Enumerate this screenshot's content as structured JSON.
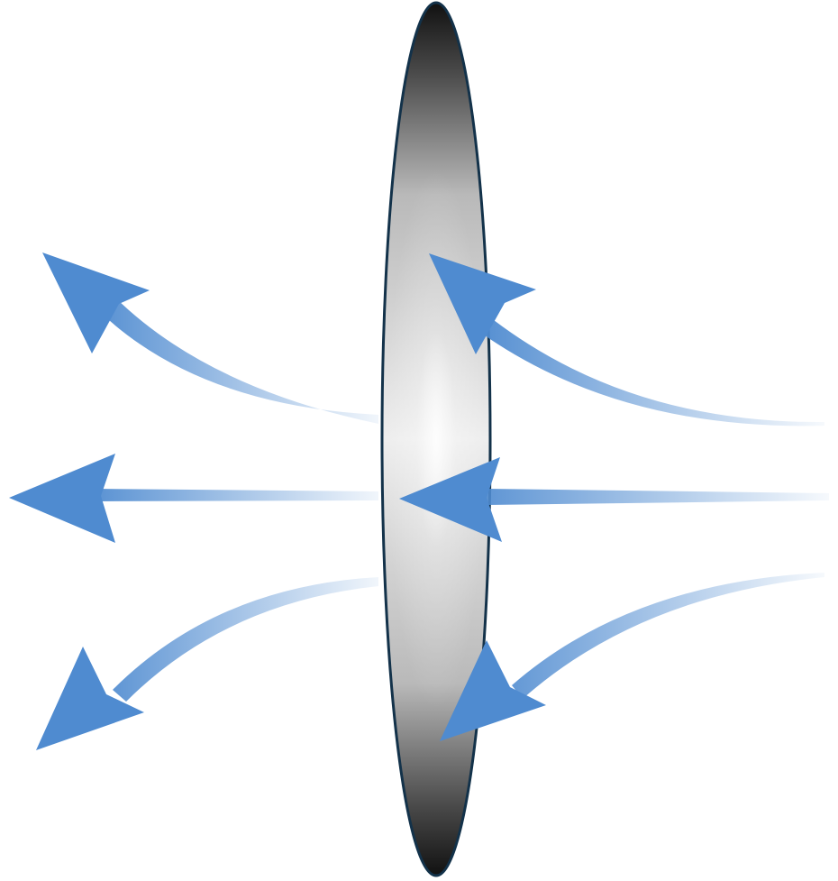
{
  "diagram": {
    "colors": {
      "background": "#ffffff",
      "arrow": "#4f8bd0",
      "lens_center": "#f2f2f2",
      "lens_mid": "#a9a9a9",
      "lens_edge": "#1a1a1a",
      "lens_outline": "#13324a"
    },
    "lens": {
      "shape": "ellipse",
      "icon": "lens-icon"
    },
    "incoming_rays": [
      {
        "direction": "right-to-left",
        "path": "curved-upward",
        "icon": "arrow-left-icon"
      },
      {
        "direction": "right-to-left",
        "path": "straight",
        "icon": "arrow-left-icon"
      },
      {
        "direction": "right-to-left",
        "path": "curved-downward",
        "icon": "arrow-left-icon"
      }
    ],
    "outgoing_rays": [
      {
        "direction": "right-to-left",
        "path": "curved-upward",
        "icon": "arrow-left-icon"
      },
      {
        "direction": "right-to-left",
        "path": "straight",
        "icon": "arrow-left-icon"
      },
      {
        "direction": "right-to-left",
        "path": "curved-downward",
        "icon": "arrow-left-icon"
      }
    ]
  }
}
